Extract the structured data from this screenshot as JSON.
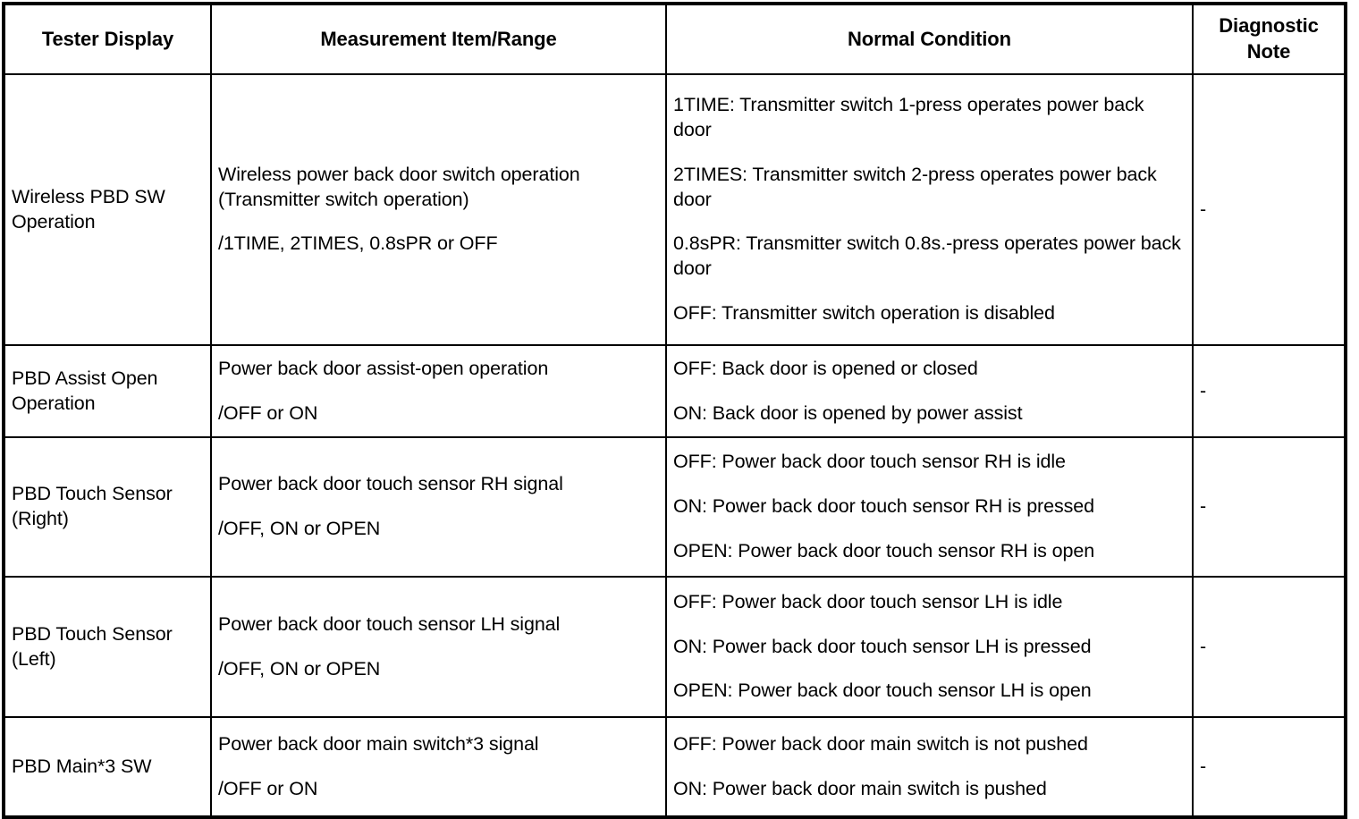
{
  "table": {
    "headers": [
      {
        "label": "Tester Display",
        "name": "header-tester-display"
      },
      {
        "label": "Measurement Item/Range",
        "name": "header-measurement-item-range"
      },
      {
        "label": "Normal Condition",
        "name": "header-normal-condition"
      },
      {
        "label": "Diagnostic Note",
        "label_line1": "Diagnostic",
        "label_line2": "Note",
        "name": "header-diagnostic-note"
      }
    ],
    "rows": [
      {
        "tester_display": "Wireless PBD SW Operation",
        "measurement_line1": "Wireless power back door switch operation",
        "measurement_line2": "(Transmitter switch operation)",
        "measurement_range": "/1TIME, 2TIMES, 0.8sPR or OFF",
        "normal_conditions": [
          "1TIME: Transmitter switch 1-press operates power back door",
          "2TIMES: Transmitter switch 2-press operates power back door",
          "0.8sPR: Transmitter switch 0.8s.-press operates power back door",
          "OFF: Transmitter switch operation is disabled"
        ],
        "diagnostic_note": "-"
      },
      {
        "tester_display": "PBD Assist Open Operation",
        "measurement_line1": "Power back door assist-open operation",
        "measurement_line2": "",
        "measurement_range": "/OFF or ON",
        "normal_conditions": [
          "OFF: Back door is opened or closed",
          "ON: Back door is opened by power assist"
        ],
        "diagnostic_note": "-"
      },
      {
        "tester_display": "PBD Touch Sensor (Right)",
        "measurement_line1": "Power back door touch sensor RH signal",
        "measurement_line2": "",
        "measurement_range": "/OFF, ON or OPEN",
        "normal_conditions": [
          "OFF: Power back door touch sensor RH is idle",
          "ON: Power back door touch sensor RH is pressed",
          "OPEN: Power back door touch sensor RH is open"
        ],
        "diagnostic_note": "-"
      },
      {
        "tester_display": "PBD Touch Sensor (Left)",
        "measurement_line1": "Power back door touch sensor LH signal",
        "measurement_line2": "",
        "measurement_range": "/OFF, ON or OPEN",
        "normal_conditions": [
          "OFF: Power back door touch sensor LH is idle",
          "ON: Power back door touch sensor LH is pressed",
          "OPEN: Power back door touch sensor LH is open"
        ],
        "diagnostic_note": "-"
      },
      {
        "tester_display": "PBD Main*3 SW",
        "measurement_line1": "Power back door main switch*3 signal",
        "measurement_line2": "",
        "measurement_range": "/OFF or ON",
        "normal_conditions": [
          "OFF: Power back door main switch is not pushed",
          "ON: Power back door main switch is pushed"
        ],
        "diagnostic_note": "-"
      }
    ]
  },
  "colors": {
    "border": "#000000",
    "text": "#000000",
    "background": "#ffffff"
  }
}
